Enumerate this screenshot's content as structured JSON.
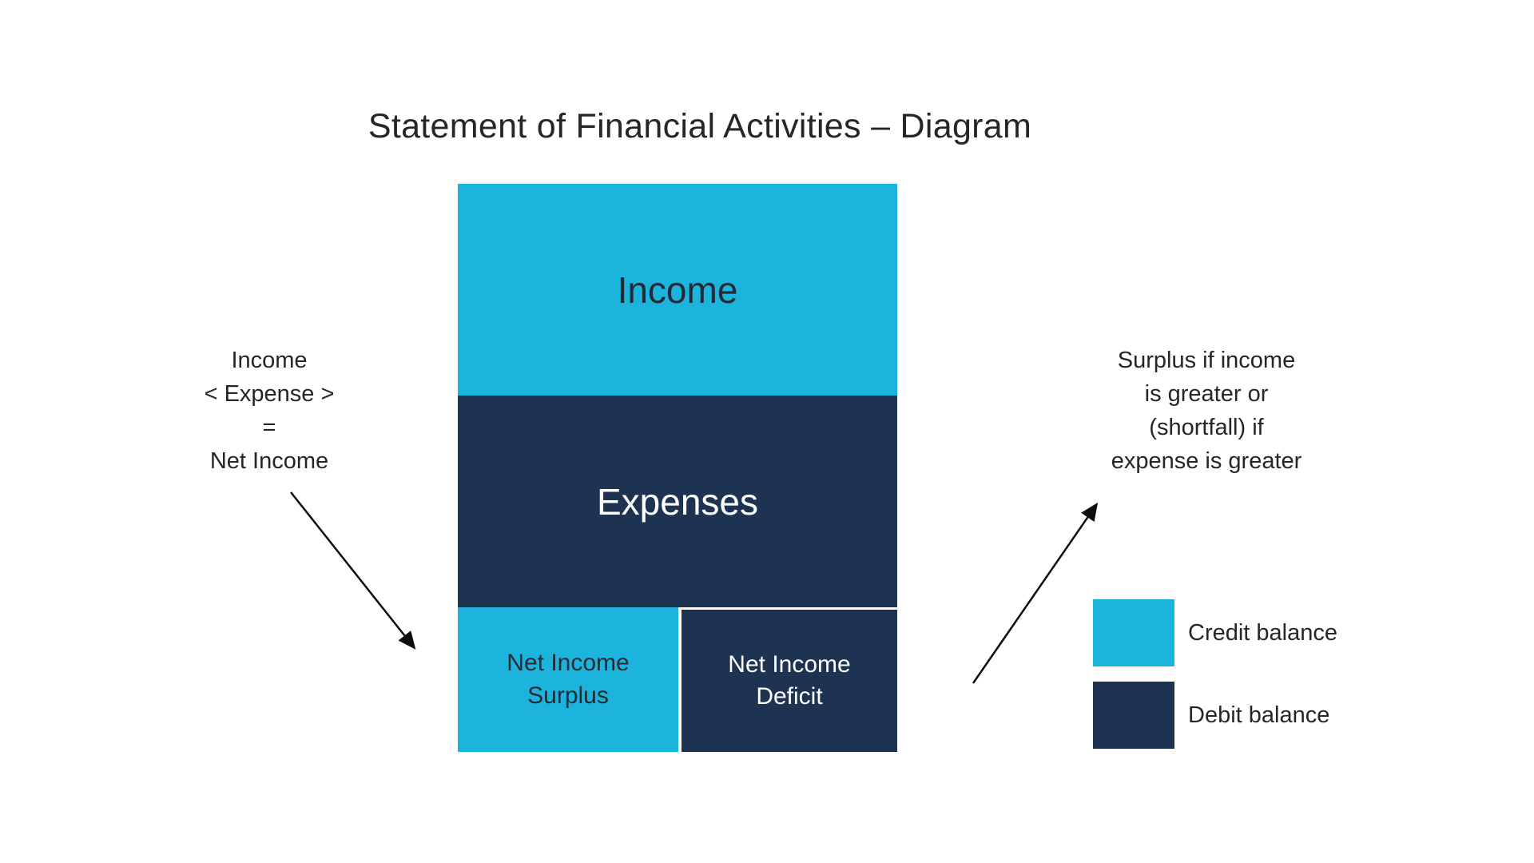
{
  "title": "Statement of Financial Activities – Diagram",
  "colors": {
    "credit": "#1CB4DC",
    "debit": "#1E3252",
    "arrow": "#0D0D0D",
    "text_dark": "#262626",
    "text_light": "#FFFFFF"
  },
  "diagram": {
    "income_label": "Income",
    "expenses_label": "Expenses",
    "surplus_label": "Net Income Surplus",
    "deficit_label": "Net Income Deficit"
  },
  "left_note": {
    "lines": [
      "Income",
      "< Expense >",
      "=",
      "Net Income"
    ]
  },
  "right_note": {
    "lines": [
      "Surplus if income",
      "is greater or",
      "(shortfall) if",
      "expense is greater"
    ]
  },
  "legend": {
    "items": [
      {
        "label": "Credit balance",
        "color": "#1CB4DC"
      },
      {
        "label": "Debit balance",
        "color": "#1E3252"
      }
    ]
  }
}
